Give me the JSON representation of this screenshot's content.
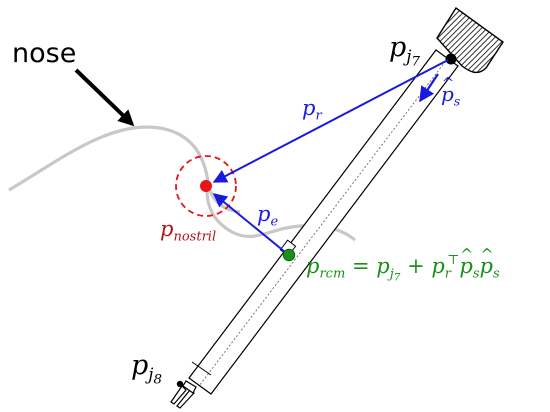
{
  "labels": {
    "nose": "nose",
    "p": "p",
    "j": "j",
    "j7_sub": "7",
    "j8_sub": "8",
    "r_sub": "r",
    "s_sub": "s",
    "e_sub": "e",
    "nostril_sub": "nostril",
    "rcm_sub": "rcm",
    "equals": " = ",
    "plus": " + ",
    "transpose": "⊤"
  },
  "colors": {
    "vector_arrows": "#1a1adc",
    "nostril_point": "#e8141a",
    "nostril_label": "#b01515",
    "rcm_point": "#199119",
    "nose_curve": "#c8c8c8",
    "tool_outline": "#000000"
  },
  "icons": {
    "nostril_marker": "red-dashed-circle",
    "tool_base": "hatched-mount",
    "tool_tip": "gripper"
  }
}
